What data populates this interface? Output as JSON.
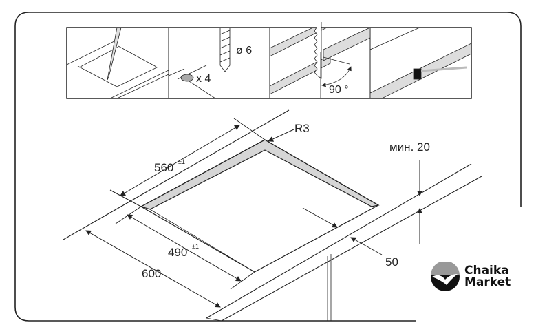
{
  "steps": {
    "drill_diameter": "ø 6",
    "holes_count": "x 4",
    "cut_angle": "90 °"
  },
  "dimensions": {
    "depth_label": "560",
    "depth_tolerance": "±1",
    "width_label": "490",
    "width_tolerance": "±1",
    "worktop_depth": "600",
    "front_offset": "50",
    "corner_radius": "R3",
    "min_thickness": "мин. 20"
  },
  "logo": {
    "line1": "Chaika",
    "line2": "Market"
  }
}
